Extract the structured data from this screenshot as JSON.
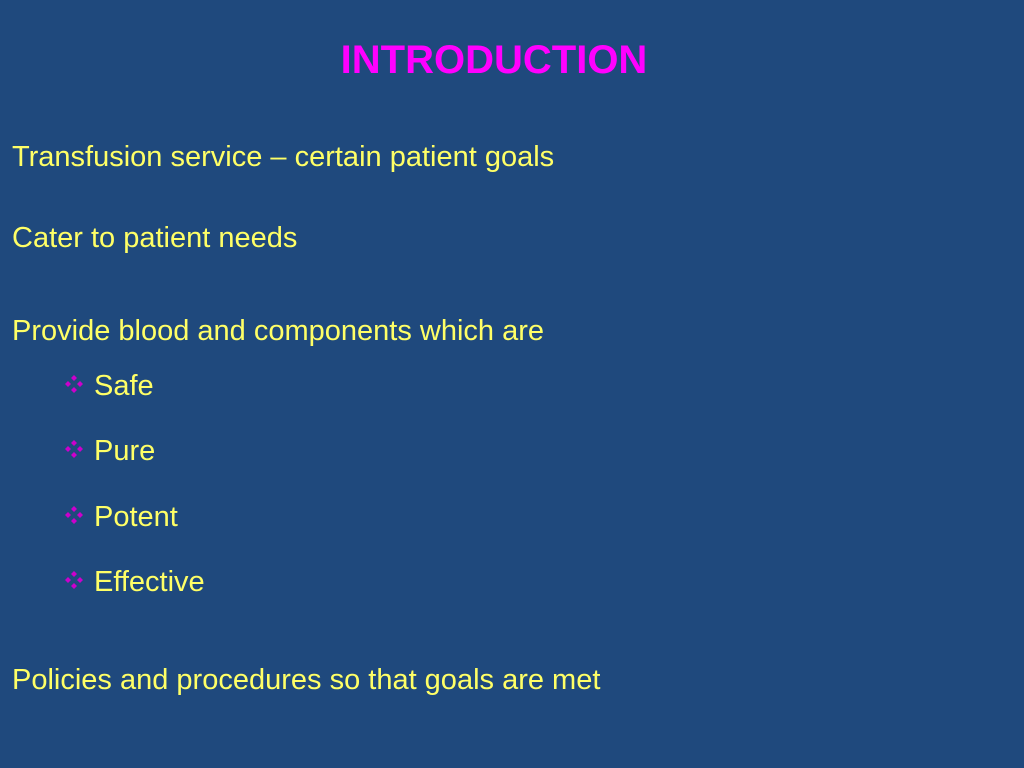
{
  "slide": {
    "title": "INTRODUCTION",
    "lines": [
      "Transfusion service – certain patient goals",
      "Cater to patient needs",
      "Provide blood and components which are"
    ],
    "bullets": [
      "Safe",
      "Pure",
      "Potent",
      "Effective"
    ],
    "closing": "Policies and procedures so that goals are met",
    "bullet_icon": "four-diamond-bullet-icon",
    "colors": {
      "background": "#1f497d",
      "title": "#ff00ff",
      "text": "#ffff66",
      "bullet": "#cc00cc"
    }
  }
}
